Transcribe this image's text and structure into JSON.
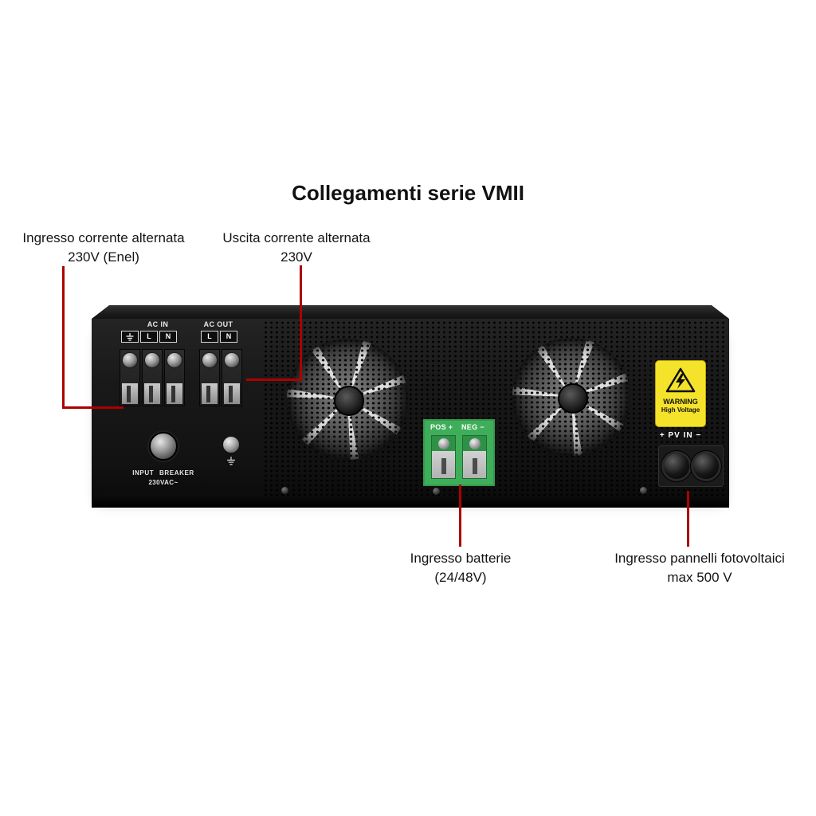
{
  "title": "Collegamenti serie VMII",
  "annotations": {
    "ac_in": {
      "line1": "Ingresso corrente alternata",
      "line2": "230V (Enel)"
    },
    "ac_out": {
      "line1": "Uscita corrente alternata",
      "line2": "230V"
    },
    "battery": {
      "line1": "Ingresso batterie",
      "line2": "(24/48V)"
    },
    "pv": {
      "line1": "Ingresso pannelli fotovoltaici",
      "line2": "max 500 V"
    }
  },
  "device": {
    "ac_in": {
      "label": "AC IN",
      "l": "L",
      "n": "N"
    },
    "ac_out": {
      "label": "AC OUT",
      "l": "L",
      "n": "N"
    },
    "breaker": {
      "line1": "INPUT BREAKER",
      "line2": "230VAC~"
    },
    "battery": {
      "pos": "POS +",
      "neg": "NEG −"
    },
    "warning": {
      "line1": "WARNING",
      "line2": "High Voltage"
    },
    "pv_label": "+ PV IN −"
  },
  "colors": {
    "callout_red": "#ad0000",
    "battery_green": "#3fae5a",
    "warning_yellow": "#f4e32a",
    "device_black": "#161616"
  }
}
